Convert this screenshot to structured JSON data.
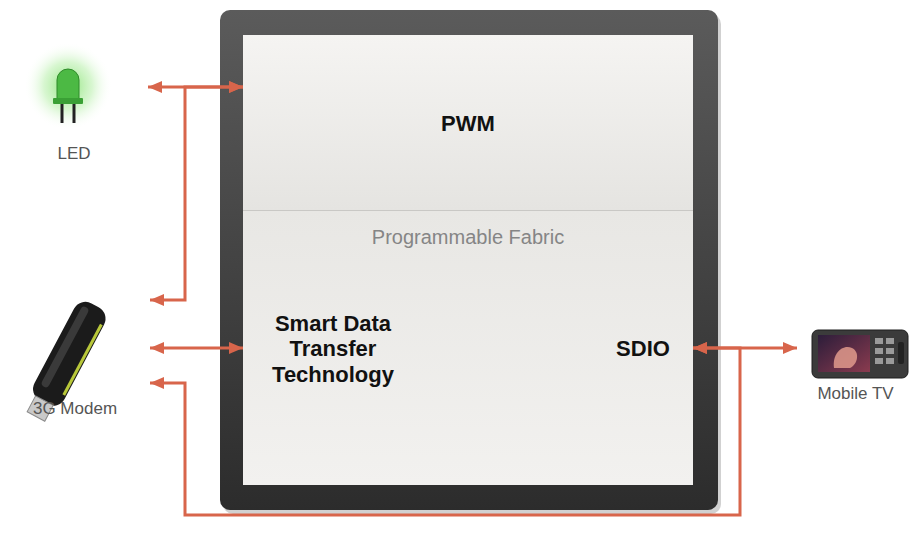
{
  "diagram": {
    "nodes": [
      {
        "text": [
          "PWM"
        ]
      },
      {
        "text": [
          "Programmable Fabric"
        ]
      },
      {
        "text": [
          "Smart Data Transfer Technology"
        ],
        "in": 1
      },
      {
        "text": [
          "SDIO"
        ],
        "in": 1
      },
      {
        "text": [
          "LED"
        ]
      },
      {
        "text": [
          "3G Modem"
        ]
      },
      {
        "text": [
          "Mobile TV"
        ]
      }
    ],
    "edges": [
      {
        "from": 0,
        "to": 4,
        "arrow": "both"
      },
      {
        "from": 0,
        "to": 5,
        "arrow": "both"
      },
      {
        "from": 2,
        "to": 5,
        "arrow": "both"
      },
      {
        "from": 3,
        "to": 6,
        "arrow": "both"
      },
      {
        "from": 3,
        "to": 5,
        "arrow": "both"
      }
    ]
  }
}
